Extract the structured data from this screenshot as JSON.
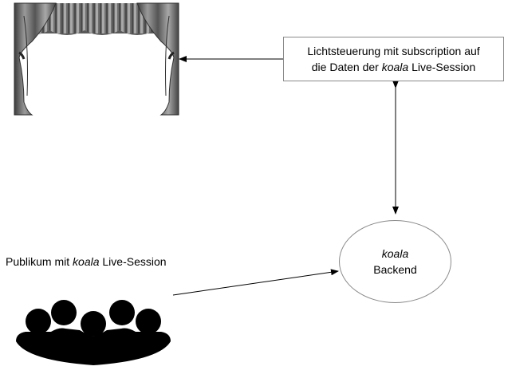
{
  "light_control": {
    "line1": "Lichtsteuerung mit subscription auf",
    "line2_prefix": "die Daten der ",
    "line2_emph": "koala",
    "line2_suffix": " Live-Session"
  },
  "backend": {
    "emph": "koala",
    "label": "Backend"
  },
  "audience": {
    "prefix": "Publikum mit ",
    "emph": "koala",
    "suffix": " Live-Session"
  },
  "icons": {
    "stage": "theater-curtain-icon",
    "audience": "audience-group-icon"
  },
  "colors": {
    "line": "#000000",
    "border": "#8a8a8a",
    "curtain_dark": "#3c3c3c",
    "curtain_mid": "#7a7a7a",
    "curtain_light": "#b8b8b8"
  }
}
